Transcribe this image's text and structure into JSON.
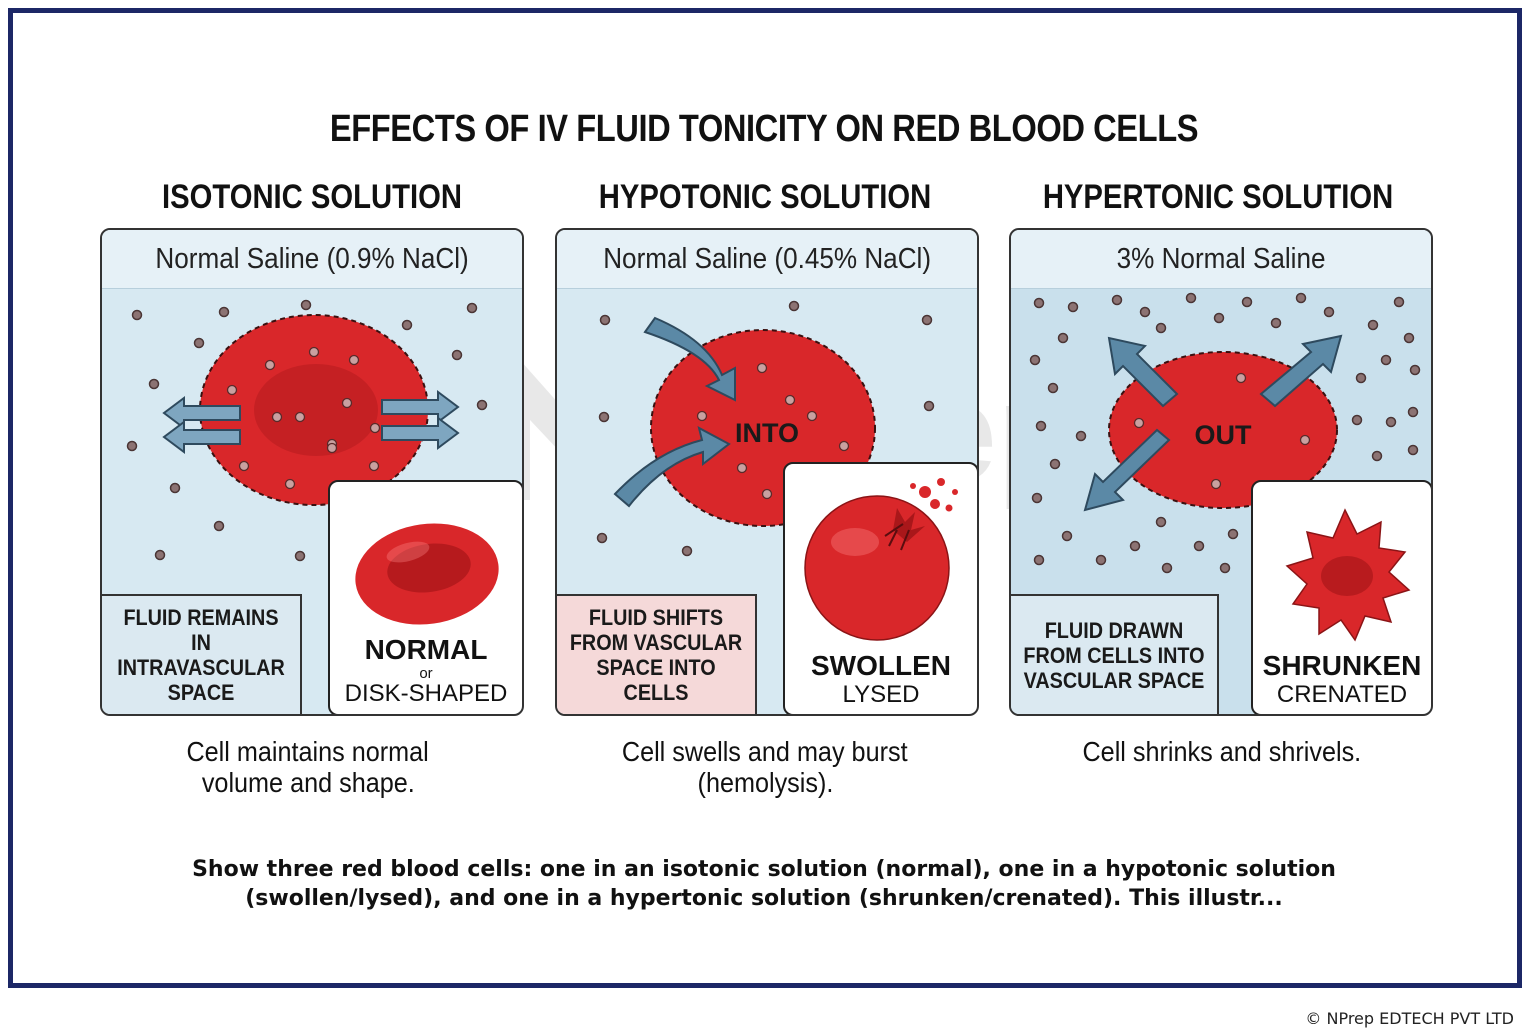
{
  "title": "EFFECTS OF IV FLUID TONICITY ON RED BLOOD CELLS",
  "watermark": "NPrep",
  "panels": [
    {
      "heading": "ISOTONIC SOLUTION",
      "solution": "Normal Saline (0.9% NaCl)",
      "note": "FLUID REMAINS IN INTRAVASCULAR SPACE",
      "result_main": "NORMAL",
      "result_or": "or",
      "result_sub": "DISK-SHAPED",
      "caption_line1": "Cell maintains normal",
      "caption_line2": "volume and shape."
    },
    {
      "heading": "HYPOTONIC SOLUTION",
      "solution": "Normal Saline (0.45% NaCl)",
      "arrow_label": "INTO",
      "note": "FLUID SHIFTS FROM VASCULAR SPACE INTO CELLS",
      "result_main": "SWOLLEN",
      "result_sub": "LYSED",
      "caption_line1": "Cell swells and may burst",
      "caption_line2": "(hemolysis)."
    },
    {
      "heading": "HYPERTONIC SOLUTION",
      "solution": "3% Normal Saline",
      "arrow_label": "OUT",
      "note": "FLUID DRAWN FROM CELLS INTO VASCULAR SPACE",
      "result_main": "SHRUNKEN",
      "result_sub": "CRENATED",
      "caption_line1": "Cell shrinks and shrivels.",
      "caption_line2": ""
    }
  ],
  "footnote": "Show three red blood cells: one in an isotonic solution (normal), one in a hypotonic solution (swollen/lysed), and one in a hypertonic solution (shrunken/crenated). This illustr...",
  "copyright": "© NPrep EDTECH PVT LTD",
  "colors": {
    "frame": "#1c2766",
    "cell": "#d9272a",
    "arrow": "#5b89a6",
    "fluid": "#d7e9f2"
  }
}
